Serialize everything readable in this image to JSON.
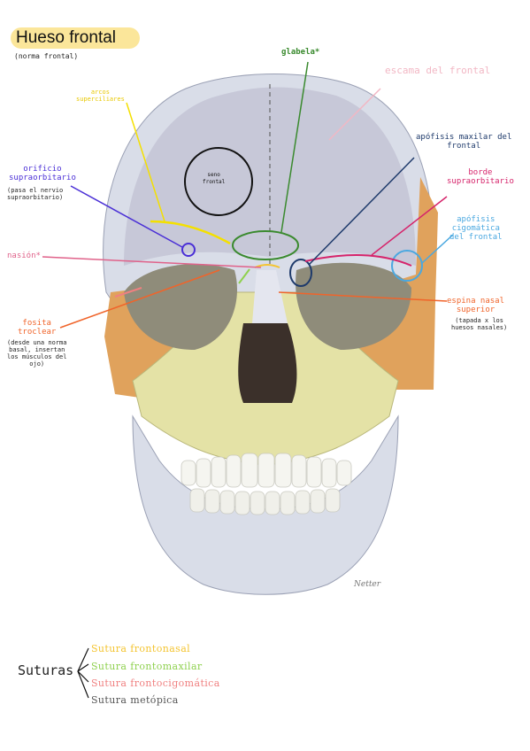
{
  "title": "Hueso frontal",
  "subtitle": "(norma frontal)",
  "signature": "Netter",
  "colors": {
    "frontal_region": "#c7c8d8",
    "skull_bone": "#d9dde8",
    "maxilla": "#e4e2a6",
    "zygomatic": "#e0a25c",
    "orbit_shadow": "#8f8c7a",
    "nasal_cavity": "#3b302a"
  },
  "labels": {
    "glabela": "glabela*",
    "escama": "escama del frontal",
    "arcos": "arcos\nsuperciliares",
    "seno": "seno\nfrontal",
    "orificio": "orificio\nsupraorbitario",
    "orificio_note": "(pasa el nervio\nsupraorbitario)",
    "apofisis_maxilar": "apófisis maxilar del\nfrontal",
    "borde": "borde\nsupraorbitario",
    "apofisis_cigomatica": "apófisis\ncigomática\ndel frontal",
    "nasion": "nasión*",
    "espina": "espina nasal\nsuperior",
    "espina_note": "(tapada x los\nhuesos nasales)",
    "fosita": "fosita\ntroclear",
    "fosita_note": "(desde una norma\nbasal, insertan\nlos músculos del\nojo)"
  },
  "suturas": {
    "title": "Suturas",
    "items": [
      {
        "label": "Sutura frontonasal",
        "color": "#f4c430"
      },
      {
        "label": "Sutura frontomaxilar",
        "color": "#8fd14f"
      },
      {
        "label": "Sutura frontocigomática",
        "color": "#f08080"
      },
      {
        "label": "Sutura metópica",
        "color": "#555555"
      }
    ]
  }
}
